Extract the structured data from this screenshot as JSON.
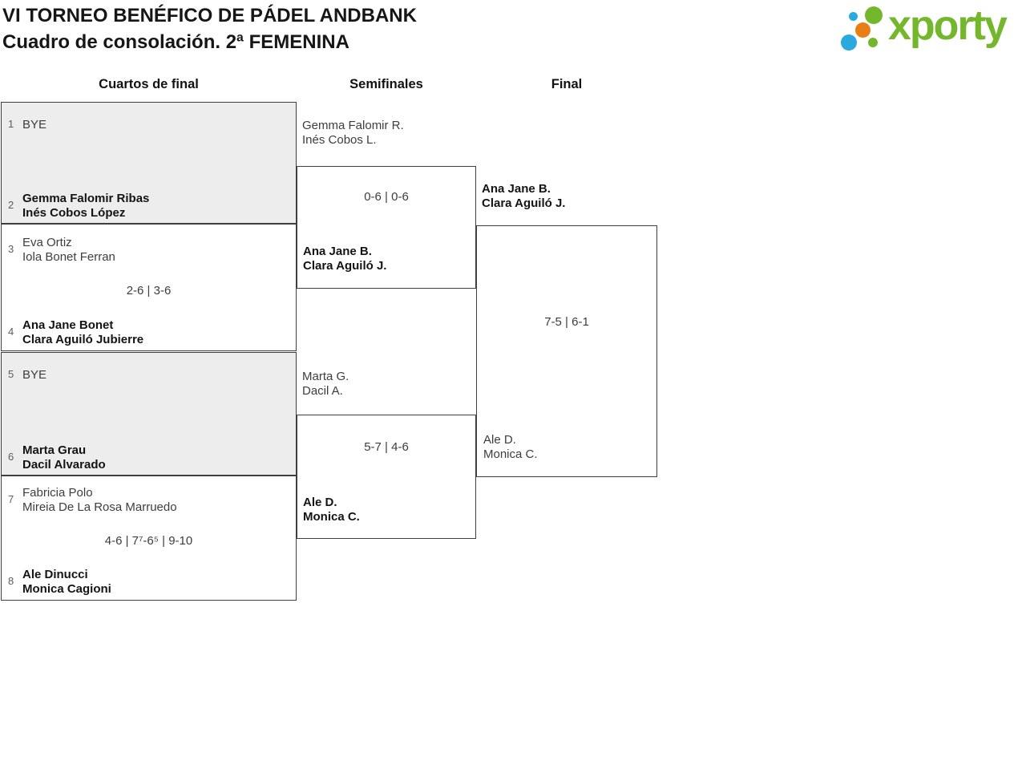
{
  "header": {
    "title_line1": "VI TORNEO BENÉFICO DE PÁDEL ANDBANK",
    "title_line2": "Cuadro de consolación. 2ª FEMENINA",
    "logo_text": "xporty",
    "logo_colors": {
      "green": "#74b72d",
      "blue": "#2aa9e0",
      "orange": "#e87e14"
    }
  },
  "colors": {
    "box_border": "#3f3f3f",
    "bye_box_fill": "#ededed",
    "winner_text": "#141414",
    "normal_text": "#3d3d3d"
  },
  "rounds": [
    {
      "label": "Cuartos de final"
    },
    {
      "label": "Semifinales"
    },
    {
      "label": "Final"
    }
  ],
  "quarterfinals": [
    {
      "seed_top": "1",
      "team_top": [
        "BYE",
        ""
      ],
      "score": "",
      "seed_bottom": "2",
      "team_bottom": [
        "Gemma Falomir Ribas",
        "Inés Cobos López"
      ]
    },
    {
      "seed_top": "3",
      "team_top": [
        "Eva Ortiz",
        "Iola Bonet Ferran"
      ],
      "score": "2-6 | 3-6",
      "seed_bottom": "4",
      "team_bottom": [
        "Ana Jane Bonet",
        "Clara Aguiló Jubierre"
      ]
    },
    {
      "seed_top": "5",
      "team_top": [
        "BYE",
        ""
      ],
      "score": "",
      "seed_bottom": "6",
      "team_bottom": [
        "Marta Grau",
        "Dacil Alvarado"
      ]
    },
    {
      "seed_top": "7",
      "team_top": [
        "Fabricia Polo",
        "Mireia De La Rosa Marruedo"
      ],
      "score": "4-6 | 7⁷-6⁵ | 9-10",
      "seed_bottom": "8",
      "team_bottom": [
        "Ale Dinucci",
        "Monica Cagioni"
      ]
    }
  ],
  "semifinals": [
    {
      "team_top": [
        "Gemma Falomir R.",
        "Inés Cobos L."
      ],
      "score": "0-6 | 0-6",
      "team_bottom": [
        "Ana Jane B.",
        "Clara Aguiló J."
      ]
    },
    {
      "team_top": [
        "Marta G.",
        "Dacil A."
      ],
      "score": "5-7 | 4-6",
      "team_bottom": [
        "Ale D.",
        "Monica C."
      ]
    }
  ],
  "final": {
    "team_top": [
      "Ana Jane B.",
      "Clara Aguiló J."
    ],
    "score": "7-5 | 6-1",
    "team_bottom": [
      "Ale D.",
      "Monica C."
    ]
  }
}
